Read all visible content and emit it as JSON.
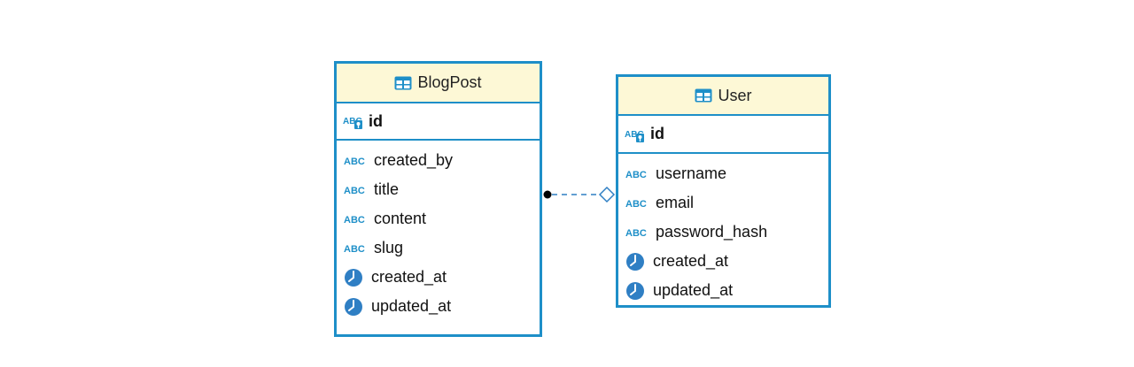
{
  "entities": {
    "blogpost": {
      "name": "BlogPost",
      "primary_key": "id",
      "columns": [
        {
          "name": "created_by",
          "type": "text"
        },
        {
          "name": "title",
          "type": "text"
        },
        {
          "name": "content",
          "type": "text"
        },
        {
          "name": "slug",
          "type": "text"
        },
        {
          "name": "created_at",
          "type": "datetime"
        },
        {
          "name": "updated_at",
          "type": "datetime"
        }
      ]
    },
    "user": {
      "name": "User",
      "primary_key": "id",
      "columns": [
        {
          "name": "username",
          "type": "text"
        },
        {
          "name": "email",
          "type": "text"
        },
        {
          "name": "password_hash",
          "type": "text"
        },
        {
          "name": "created_at",
          "type": "datetime"
        },
        {
          "name": "updated_at",
          "type": "datetime"
        }
      ]
    }
  },
  "colors": {
    "border": "#1e8fc8",
    "header_bg": "#fdf8d6",
    "icon_blue": "#1e8fc8",
    "clock_blue": "#2f7fc4"
  },
  "icons": {
    "table": "table-icon",
    "text_column": "abc-icon",
    "key_column": "key-abc-icon",
    "datetime_column": "clock-icon"
  },
  "relation": {
    "from": "BlogPost",
    "to": "User",
    "line_style": "dashed"
  }
}
